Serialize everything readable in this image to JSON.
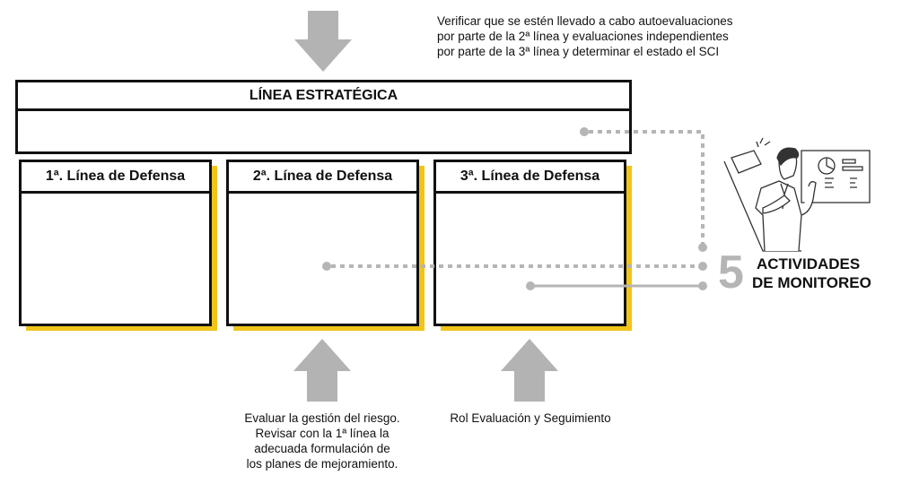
{
  "top_note": {
    "lines": [
      "Verificar que se estén llevado a cabo autoevaluaciones",
      "por parte de la 2ª línea y evaluaciones independientes",
      "por parte de la 3ª línea y determinar el estado el SCI"
    ]
  },
  "strategic_line": {
    "title": "LÍNEA ESTRATÉGICA"
  },
  "defense_lines": [
    {
      "title": "1ª. Línea de Defensa"
    },
    {
      "title": "2ª. Línea de Defensa"
    },
    {
      "title": "3ª. Línea de Defensa"
    }
  ],
  "bottom_notes": {
    "second_line": [
      "Evaluar la gestión del riesgo.",
      "Revisar con la 1ª línea la",
      "adecuada formulación de",
      "los planes de mejoramiento."
    ],
    "third_line": [
      "Rol Evaluación y Seguimiento"
    ]
  },
  "component": {
    "number": "5",
    "title_line1": "ACTIVIDADES",
    "title_line2": "DE MONITOREO"
  },
  "colors": {
    "accent": "#f1c419",
    "connector": "#b5b5b5",
    "arrow": "#b3b3b3"
  }
}
